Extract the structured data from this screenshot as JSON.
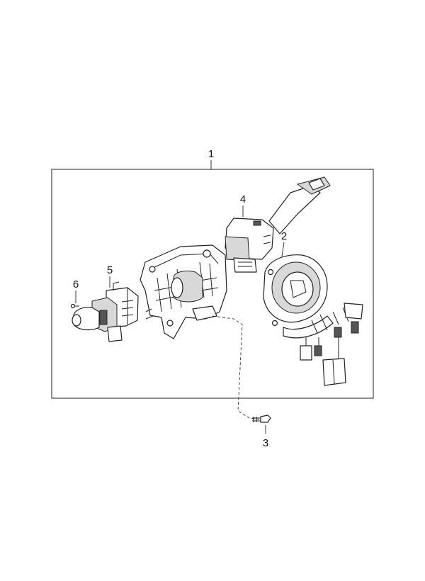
{
  "callouts": {
    "assembly": "1",
    "clock_spring": "2",
    "screw": "3",
    "wiper_switch": "4",
    "lighting_switch": "5",
    "small_screw": "6"
  },
  "colors": {
    "line": "#222222",
    "shade": "#d8d8d8",
    "background": "#ffffff"
  }
}
